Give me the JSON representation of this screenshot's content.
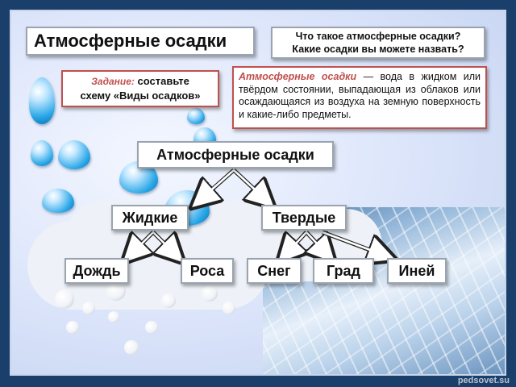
{
  "title": "Атмосферные осадки",
  "question": {
    "line1": "Что такое атмосферные осадки?",
    "line2": "Какие осадки вы можете назвать?"
  },
  "task": {
    "label": "Задание:",
    "text_line1": "составьте",
    "text_line2": "схему «Виды осадков»"
  },
  "definition": {
    "term": "Атмосферные осадки",
    "text": " — вода в жидком или твёрдом состоянии, выпадающая из облаков или осаждающаяся из воздуха на земную поверхность и какие-либо предметы."
  },
  "diagram": {
    "root": "Атмосферные осадки",
    "liquid": {
      "label": "Жидкие",
      "children": [
        "Дождь",
        "Роса"
      ]
    },
    "solid": {
      "label": "Твердые",
      "children": [
        "Снег",
        "Град",
        "Иней"
      ]
    }
  },
  "watermark": "pedsovet.su",
  "colors": {
    "accent_red": "#c0504d",
    "box_border": "#9aa4b0",
    "background": "#1b3f6b"
  }
}
